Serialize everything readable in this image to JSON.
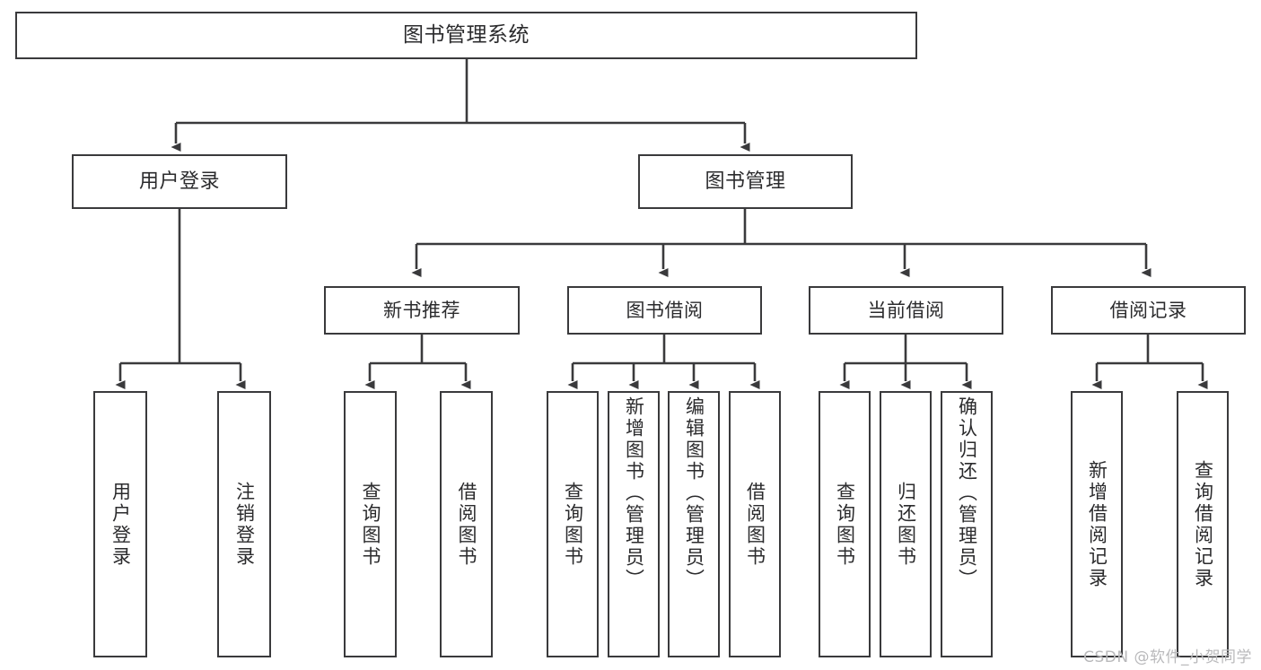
{
  "diagram": {
    "title": "图书管理系统",
    "type": "hierarchy-tree",
    "orientation": "top-down",
    "box_border_color": "#3a3a3c",
    "box_fill_color": "#ffffff",
    "text_color": "#2b2b2d",
    "connector_color": "#3a3a3c",
    "arrowhead": "filled-triangle-down"
  },
  "watermark": {
    "text": "CSDN @软件_小贺同学",
    "color": "#b9b9bb"
  },
  "nodes": {
    "root": {
      "label": "图书管理系统"
    },
    "level1": [
      {
        "id": "user-login",
        "label": "用户登录"
      },
      {
        "id": "book-manage",
        "label": "图书管理"
      }
    ],
    "level2": [
      {
        "id": "new-book-recommend",
        "label": "新书推荐"
      },
      {
        "id": "book-borrow",
        "label": "图书借阅"
      },
      {
        "id": "current-borrow",
        "label": "当前借阅"
      },
      {
        "id": "borrow-record",
        "label": "借阅记录"
      }
    ],
    "leaves": {
      "user-login": [
        {
          "id": "leaf-user-login",
          "label": "用户登录"
        },
        {
          "id": "leaf-logout-login",
          "label": "注销登录"
        }
      ],
      "new-book-recommend": [
        {
          "id": "leaf-query-book-1",
          "label": "查询图书"
        },
        {
          "id": "leaf-borrow-book-1",
          "label": "借阅图书"
        }
      ],
      "book-borrow": [
        {
          "id": "leaf-query-book-2",
          "label": "查询图书"
        },
        {
          "id": "leaf-add-book",
          "label": "新增图书（管理员）"
        },
        {
          "id": "leaf-edit-book",
          "label": "编辑图书（管理员）"
        },
        {
          "id": "leaf-borrow-book-2",
          "label": "借阅图书"
        }
      ],
      "current-borrow": [
        {
          "id": "leaf-query-book-3",
          "label": "查询图书"
        },
        {
          "id": "leaf-return-book",
          "label": "归还图书"
        },
        {
          "id": "leaf-confirm-return",
          "label": "确认归还（管理员）"
        }
      ],
      "borrow-record": [
        {
          "id": "leaf-add-record",
          "label": "新增借阅记录"
        },
        {
          "id": "leaf-query-record",
          "label": "查询借阅记录"
        }
      ]
    }
  }
}
